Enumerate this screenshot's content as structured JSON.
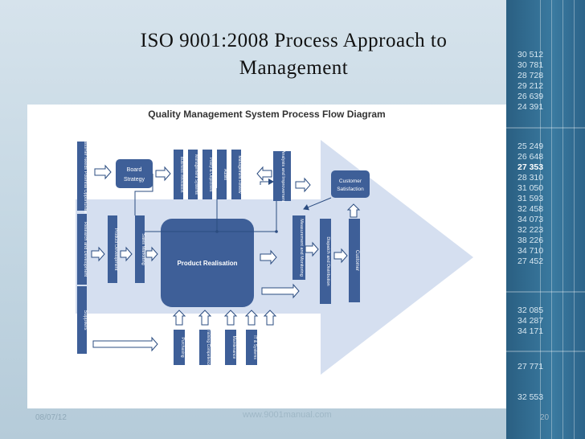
{
  "slide": {
    "title_line1": "ISO 9001:2008 Process Approach to",
    "title_line2": "Management"
  },
  "diagram": {
    "heading": "Quality Management System Process Flow Diagram",
    "left_column": [
      "Customer Needs Potential Opportunities",
      "Research and Development",
      "Suppliers"
    ],
    "board_strategy": [
      "Board",
      "Strategy"
    ],
    "top_boxes": [
      "Business Innovation",
      "Management Systems",
      "Policy & Objectives",
      "Audits",
      "Management Review"
    ],
    "analysis": "Analysis and Improvement",
    "customer_satisfaction": [
      "Customer",
      "Satisfaction"
    ],
    "product_development": "Product Development",
    "sales_marketing": "Sales Marketing",
    "center": "Product Realisation",
    "measurement": "Measurement and Monitoring",
    "dispatch": "Dispatch and Distribution",
    "customer": "Customer",
    "bottom_boxes": [
      "Purchasing",
      "Training Competence",
      "Maintenance",
      "IT & Systems"
    ]
  },
  "ticker": [
    {
      "value": "30 512",
      "bold": false
    },
    {
      "value": "30 781",
      "bold": false
    },
    {
      "value": "28 728",
      "bold": false
    },
    {
      "value": "29 212",
      "bold": false
    },
    {
      "value": "26 639",
      "bold": false
    },
    {
      "value": "24 391",
      "bold": false
    },
    {
      "value": "25 249",
      "bold": false
    },
    {
      "value": "26 648",
      "bold": false
    },
    {
      "value": "27 353",
      "bold": true
    },
    {
      "value": "28 310",
      "bold": false
    },
    {
      "value": "31 050",
      "bold": false
    },
    {
      "value": "31 593",
      "bold": false
    },
    {
      "value": "32 458",
      "bold": false
    },
    {
      "value": "34 073",
      "bold": false
    },
    {
      "value": "32 223",
      "bold": false
    },
    {
      "value": "38 226",
      "bold": false
    },
    {
      "value": "34 710",
      "bold": false
    },
    {
      "value": "27 452",
      "bold": false
    },
    {
      "value": "32 085",
      "bold": false
    },
    {
      "value": "34 287",
      "bold": false
    },
    {
      "value": "34 171",
      "bold": false
    },
    {
      "value": "27 771",
      "bold": false
    },
    {
      "value": "32 553",
      "bold": false
    }
  ],
  "footer": {
    "date": "08/07/12",
    "url": "www.9001manual.com",
    "page": "20"
  }
}
